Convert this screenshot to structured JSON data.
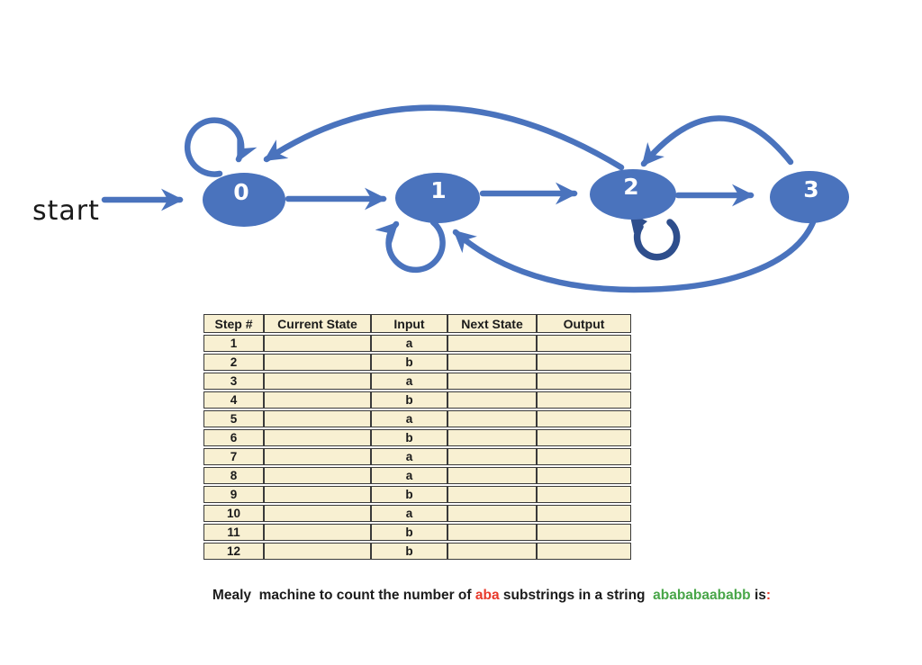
{
  "diagram": {
    "start_label": "start",
    "states": [
      {
        "id": "0"
      },
      {
        "id": "1"
      },
      {
        "id": "2"
      },
      {
        "id": "3"
      }
    ],
    "edges": [
      {
        "from": "start",
        "to": "0"
      },
      {
        "from": "0",
        "to": "0",
        "kind": "self-loop"
      },
      {
        "from": "0",
        "to": "1"
      },
      {
        "from": "1",
        "to": "1",
        "kind": "self-loop"
      },
      {
        "from": "1",
        "to": "2"
      },
      {
        "from": "2",
        "to": "0"
      },
      {
        "from": "2",
        "to": "2",
        "kind": "self-loop"
      },
      {
        "from": "2",
        "to": "3"
      },
      {
        "from": "3",
        "to": "2"
      },
      {
        "from": "3",
        "to": "1"
      }
    ],
    "colors": {
      "node_fill": "#4A73BD",
      "edge_stroke": "#4A73BD",
      "self_loop_dark": "#2E4E8C",
      "node_label": "#ffffff",
      "start_text": "#1a1a1a"
    }
  },
  "table": {
    "headers": [
      "Step #",
      "Current State",
      "Input",
      "Next State",
      "Output"
    ],
    "rows": [
      {
        "step": "1",
        "current_state": "",
        "input": "a",
        "next_state": "",
        "output": ""
      },
      {
        "step": "2",
        "current_state": "",
        "input": "b",
        "next_state": "",
        "output": ""
      },
      {
        "step": "3",
        "current_state": "",
        "input": "a",
        "next_state": "",
        "output": ""
      },
      {
        "step": "4",
        "current_state": "",
        "input": "b",
        "next_state": "",
        "output": ""
      },
      {
        "step": "5",
        "current_state": "",
        "input": "a",
        "next_state": "",
        "output": ""
      },
      {
        "step": "6",
        "current_state": "",
        "input": "b",
        "next_state": "",
        "output": ""
      },
      {
        "step": "7",
        "current_state": "",
        "input": "a",
        "next_state": "",
        "output": ""
      },
      {
        "step": "8",
        "current_state": "",
        "input": "a",
        "next_state": "",
        "output": ""
      },
      {
        "step": "9",
        "current_state": "",
        "input": "b",
        "next_state": "",
        "output": ""
      },
      {
        "step": "10",
        "current_state": "",
        "input": "a",
        "next_state": "",
        "output": ""
      },
      {
        "step": "11",
        "current_state": "",
        "input": "b",
        "next_state": "",
        "output": ""
      },
      {
        "step": "12",
        "current_state": "",
        "input": "b",
        "next_state": "",
        "output": ""
      }
    ],
    "colors": {
      "cell_bg": "#F8F0D2",
      "border": "#3a3a3a",
      "input_text": "#49A649",
      "header_text": "#1b1b1b"
    }
  },
  "caption": {
    "segments": [
      {
        "text": "Mealy  machine to count the number of ",
        "color": "#1b1b1b"
      },
      {
        "text": "aba",
        "color": "#E8392B"
      },
      {
        "text": " substrings in a string  ",
        "color": "#1b1b1b"
      },
      {
        "text": "abababaababb",
        "color": "#49A649"
      },
      {
        "text": " is",
        "color": "#1b1b1b"
      },
      {
        "text": ":",
        "color": "#E8392B"
      }
    ]
  }
}
